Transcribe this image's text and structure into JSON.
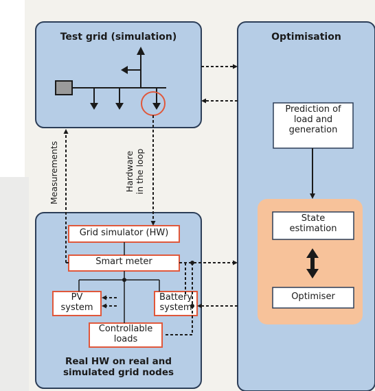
{
  "test_grid": {
    "title": "Test grid (simulation)"
  },
  "optimisation": {
    "title": "Optimisation",
    "prediction": "Prediction of load and generation",
    "state_estimation": "State estimation",
    "optimiser": "Optimiser"
  },
  "real_hw": {
    "grid_simulator": "Grid simulator (HW)",
    "smart_meter": "Smart meter",
    "pv_system": "PV system",
    "battery_system": "Battery system",
    "controllable_loads": "Controllable loads",
    "title": "Real HW on real and simulated grid nodes"
  },
  "links": {
    "measurements": "Measurements",
    "hardware_in_loop_1": "Hardware",
    "hardware_in_loop_2": "in the loop"
  },
  "colors": {
    "panel_blue": "#b6cde6",
    "border_dark": "#2b3d57",
    "node_red": "#e0573a",
    "highlight_orange": "#f7c29a"
  }
}
